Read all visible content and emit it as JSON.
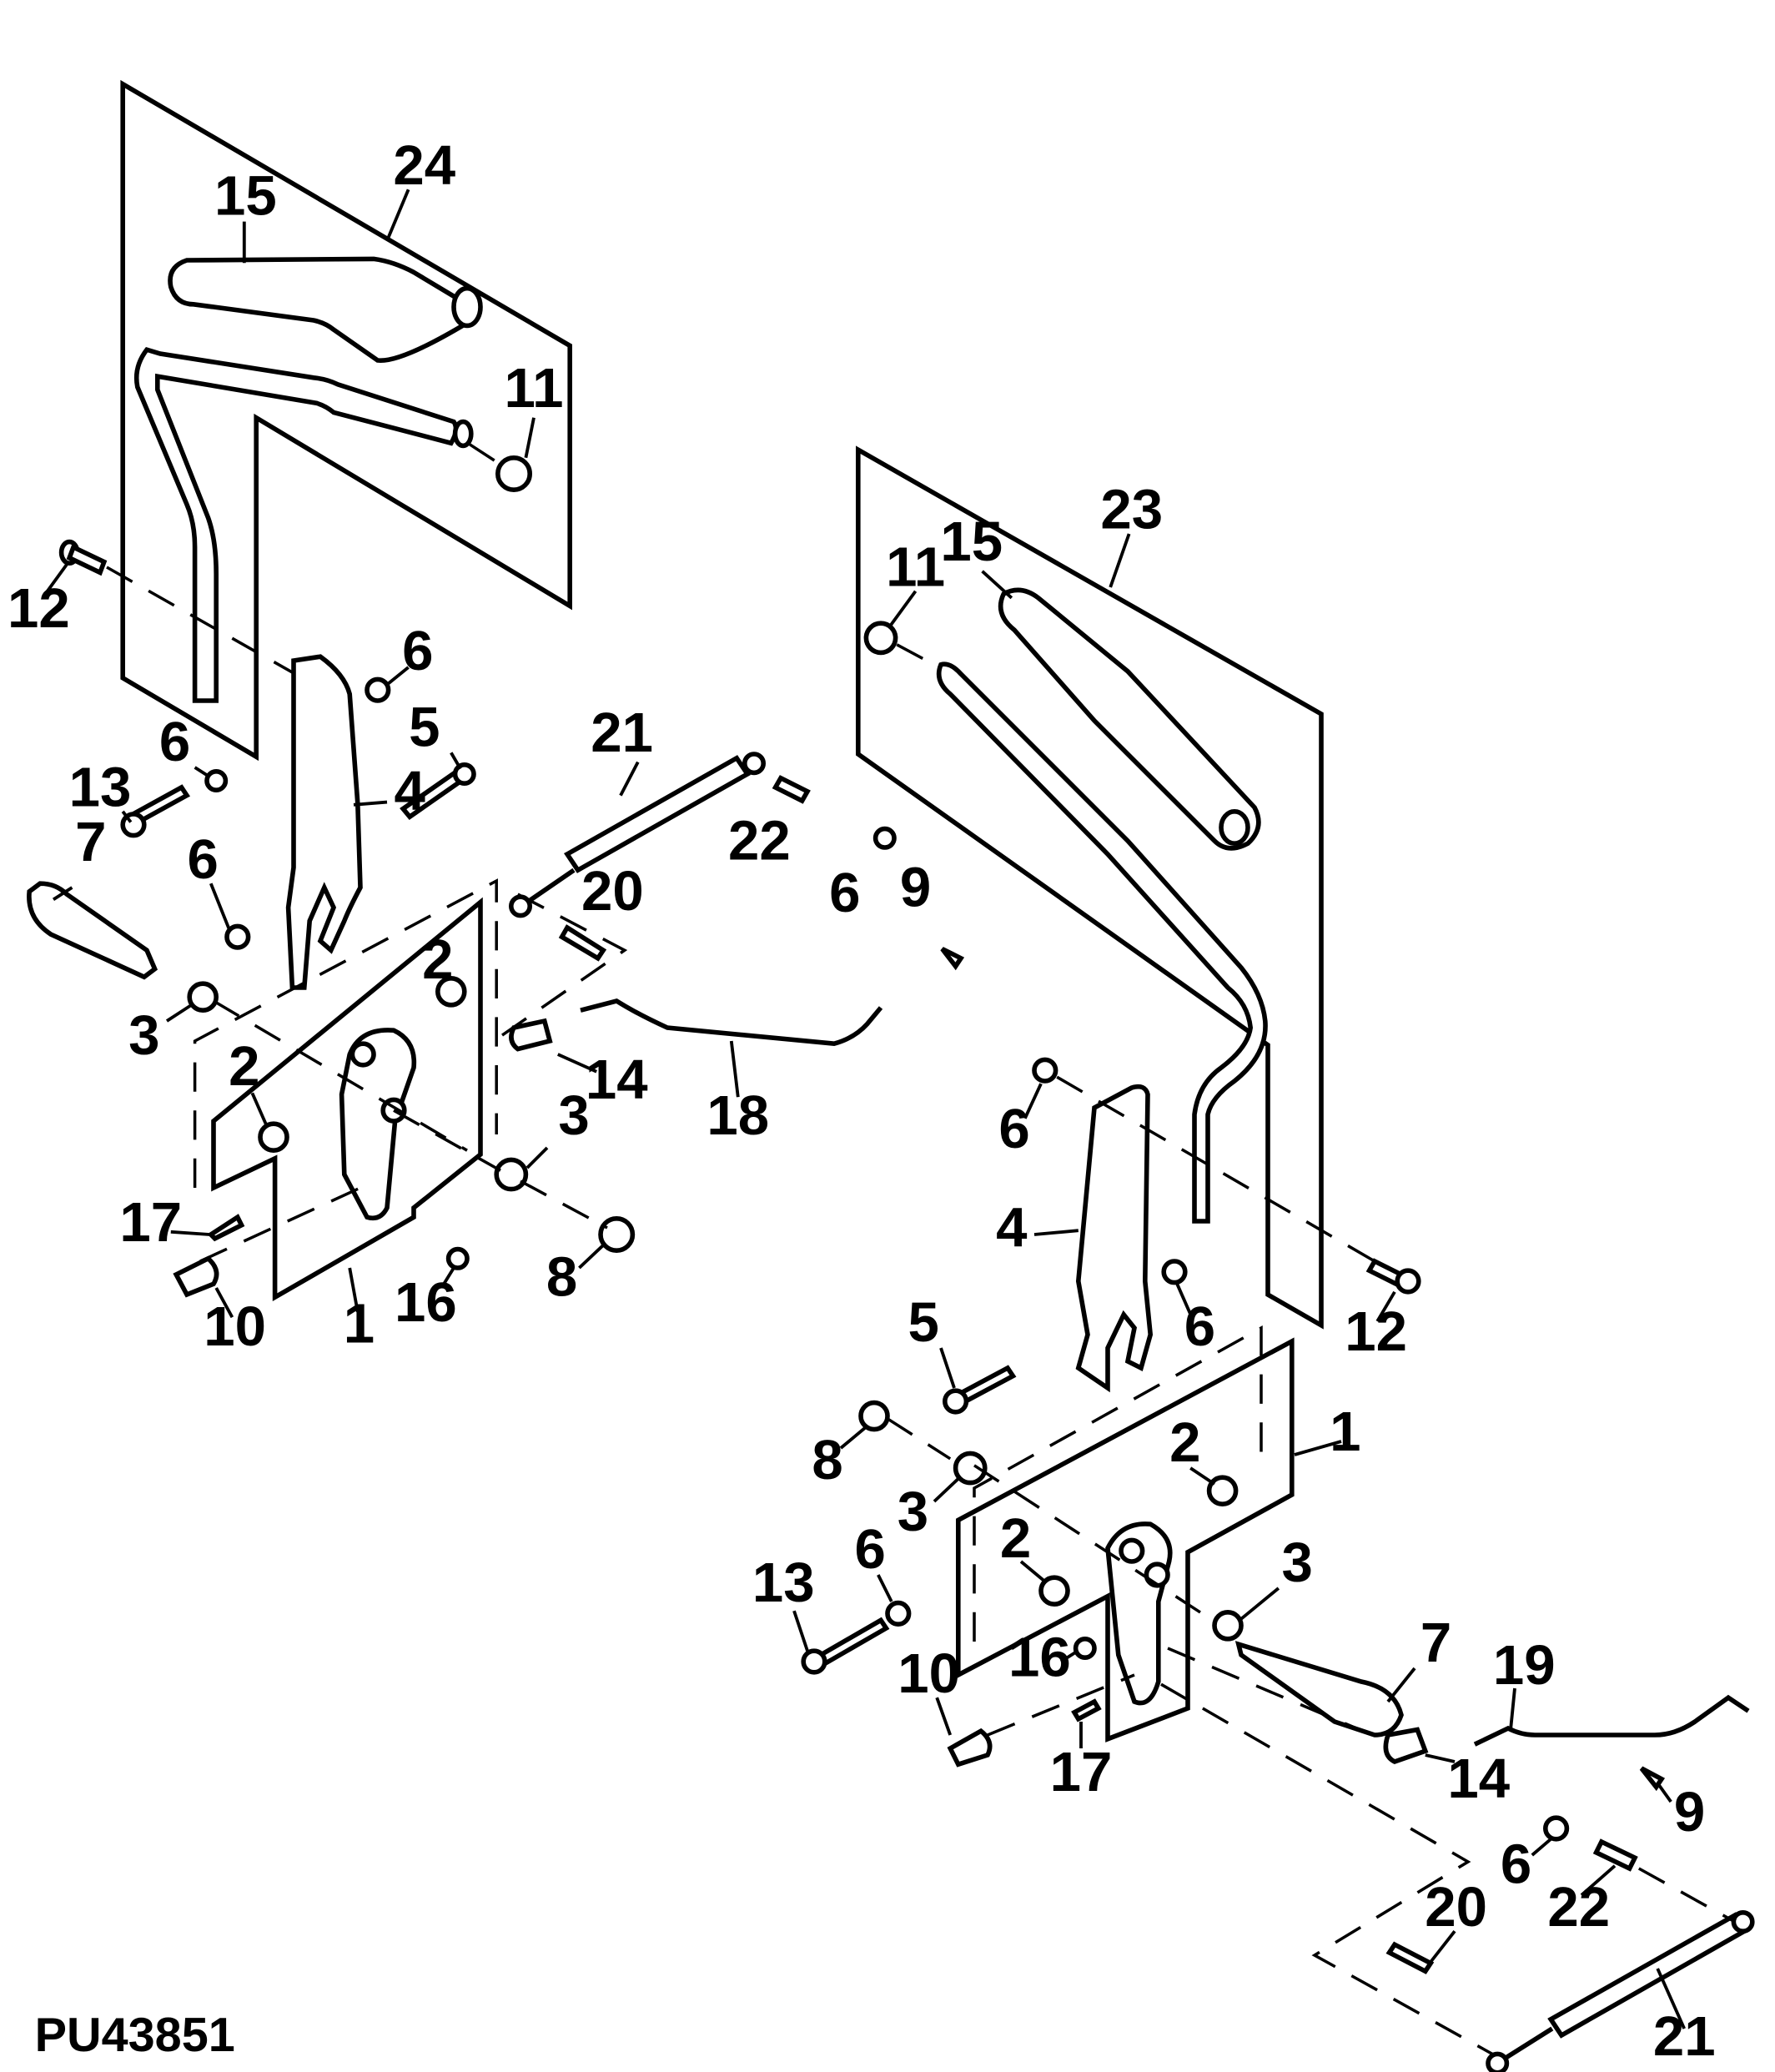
{
  "figure_id": "PU43851",
  "callouts": {
    "left": {
      "a24": "24",
      "a15": "15",
      "a11": "11",
      "a12": "12",
      "a6a": "6",
      "a5": "5",
      "a6b": "6",
      "a13": "13",
      "a4": "4",
      "a6c": "6",
      "a7": "7",
      "a21": "21",
      "a22": "22",
      "a6d": "6",
      "a20": "20",
      "a9": "9",
      "a3a": "3",
      "a2a": "2",
      "a2b": "2",
      "a14": "14",
      "a18": "18",
      "a3b": "3",
      "a17": "17",
      "a10": "10",
      "a1": "1",
      "a16": "16",
      "a8": "8"
    },
    "right": {
      "b23": "23",
      "b15": "15",
      "b11": "11",
      "b6a": "6",
      "b4": "4",
      "b12": "12",
      "b6b": "6",
      "b5": "5",
      "b1": "1",
      "b8": "8",
      "b3a": "3",
      "b2a": "2",
      "b2b": "2",
      "b3b": "3",
      "b13": "13",
      "b6c": "6",
      "b10": "10",
      "b16": "16",
      "b7": "7",
      "b19": "19",
      "b17": "17",
      "b14": "14",
      "b9": "9",
      "b6d": "6",
      "b22": "22",
      "b20": "20",
      "b21": "21"
    }
  }
}
